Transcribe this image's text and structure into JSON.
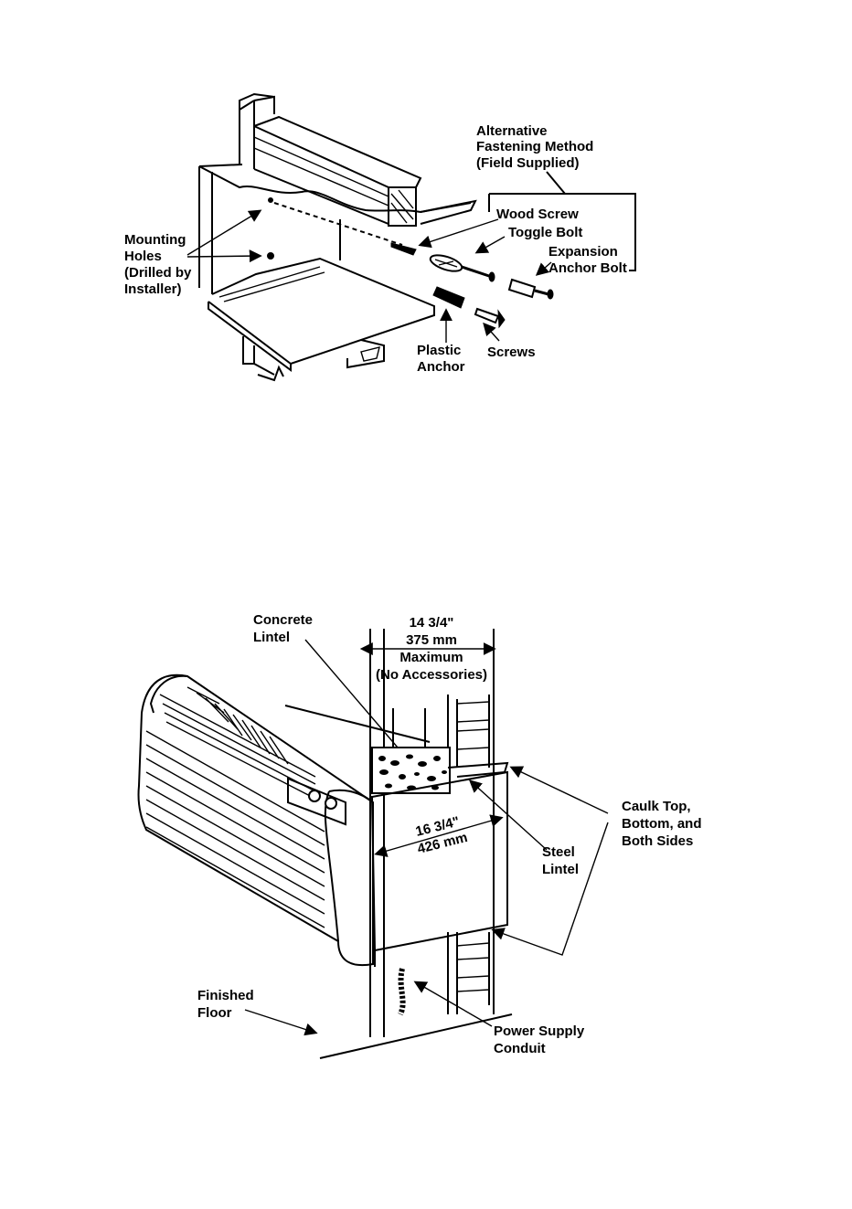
{
  "figure_top": {
    "labels": {
      "alt_line1": "Alternative",
      "alt_line2": "Fastening Method",
      "alt_line3": "(Field Supplied)",
      "wood_screw": "Wood Screw",
      "toggle_bolt": "Toggle Bolt",
      "expansion_line1": "Expansion",
      "expansion_line2": "Anchor Bolt",
      "mount_line1": "Mounting",
      "mount_line2": "Holes",
      "mount_line3": "(Drilled by",
      "mount_line4": "Installer)",
      "plastic_line1": "Plastic",
      "plastic_line2": "Anchor",
      "screws": "Screws"
    }
  },
  "figure_bottom": {
    "labels": {
      "concrete_line1": "Concrete",
      "concrete_line2": "Lintel",
      "dim_top_line1": "14 3/4\"",
      "dim_top_line2": "375 mm",
      "dim_top_line3": "Maximum",
      "dim_top_line4": "(No Accessories)",
      "dim_depth_line1": "16 3/4\"",
      "dim_depth_line2": "426 mm",
      "steel_line1": "Steel",
      "steel_line2": "Lintel",
      "caulk_line1": "Caulk Top,",
      "caulk_line2": "Bottom, and",
      "caulk_line3": "Both Sides",
      "floor_line1": "Finished",
      "floor_line2": "Floor",
      "power_line1": "Power Supply",
      "power_line2": "Conduit"
    }
  }
}
